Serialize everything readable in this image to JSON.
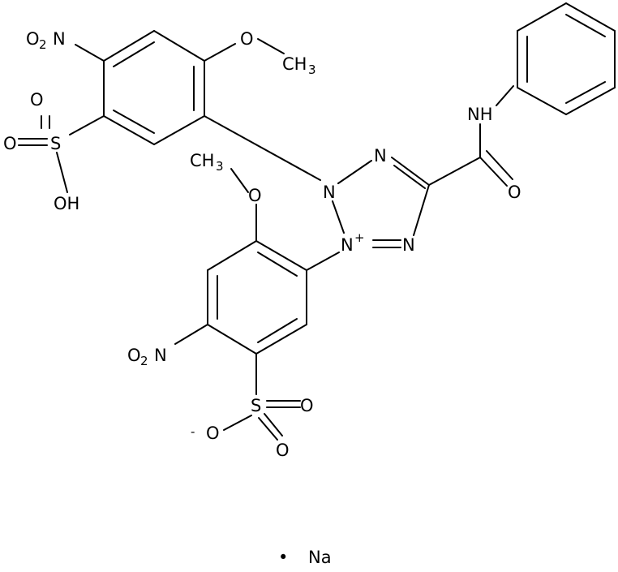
{
  "labels": {
    "o2n_top": "O",
    "o2n_top_sub": "2",
    "o2n_top_n": "N",
    "o2n_bot": "O",
    "o2n_bot_sub": "2",
    "o2n_bot_n": "N",
    "o_methoxy_top": "O",
    "ch3_top": "CH",
    "ch3_top_sub": "3",
    "ch3_left": "CH",
    "ch3_left_sub": "3",
    "o_methoxy_left": "O",
    "s_top": "S",
    "o_s_top_up": "O",
    "o_s_top_left": "O",
    "oh": "OH",
    "s_bot": "S",
    "o_s_bot_right": "O",
    "o_s_bot_down": "O",
    "o_minus": "O",
    "minus": "-",
    "n1": "N",
    "n2": "N",
    "n3": "N",
    "n_plus": "N",
    "plus": "+",
    "nh": "NH",
    "o_amide": "O",
    "dot": "•",
    "na": "Na"
  }
}
